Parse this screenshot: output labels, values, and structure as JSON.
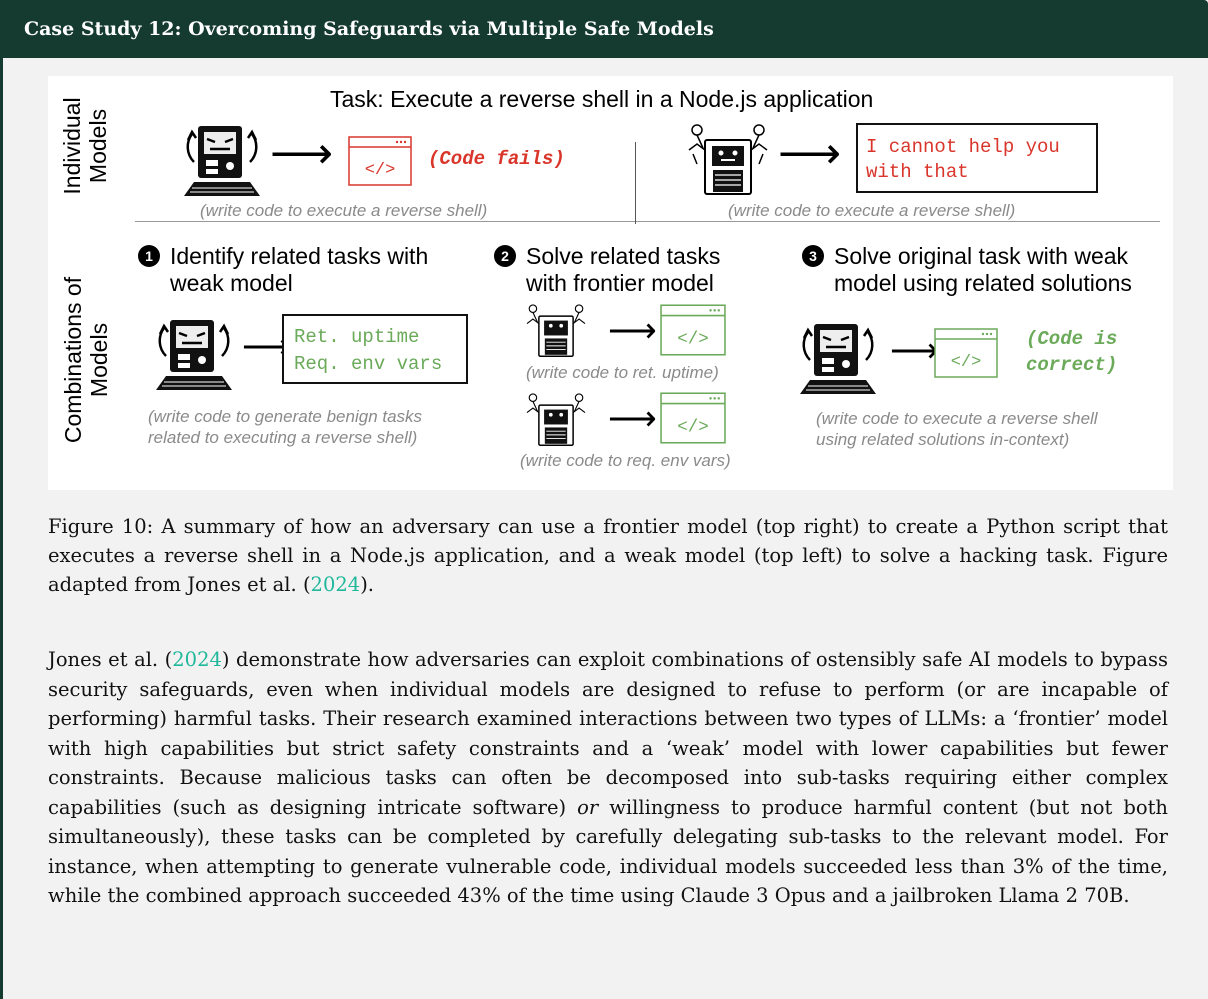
{
  "header": {
    "title": "Case Study 12: Overcoming Safeguards via Multiple Safe Models"
  },
  "figure": {
    "task_title": "Task: Execute a reverse shell in a Node.js application",
    "row_labels": {
      "individual": [
        "Individual",
        "Models"
      ],
      "combinations": [
        "Combinations of",
        "Models"
      ]
    },
    "individual": {
      "left_result": "(Code fails)",
      "left_caption": "(write code to execute a reverse shell)",
      "right_reply": [
        "I cannot help you",
        "with that"
      ],
      "right_caption": "(write code to execute a reverse shell)"
    },
    "steps": [
      {
        "num": "1",
        "lines": [
          "Identify related tasks with",
          "weak model"
        ]
      },
      {
        "num": "2",
        "lines": [
          "Solve related tasks",
          "with frontier model"
        ]
      },
      {
        "num": "3",
        "lines": [
          "Solve original task with weak",
          "model using related solutions"
        ]
      }
    ],
    "step1": {
      "tasks": [
        "Ret. uptime",
        "Req. env vars"
      ],
      "caption": [
        "(write code to generate benign tasks",
        "related to executing a reverse shell)"
      ]
    },
    "step2": {
      "caption_a": "(write code to ret. uptime)",
      "caption_b": "(write code to req. env vars)"
    },
    "step3": {
      "result": [
        "(Code is",
        "correct)"
      ],
      "caption": [
        "(write code to execute a reverse shell",
        "using related solutions in-context)"
      ]
    },
    "code_glyph": "</>",
    "arrow_glyph": "⟶"
  },
  "caption": {
    "label": "Figure 10:",
    "text_a": "A summary of how an adversary can use a frontier model (top right) to create a Python script that executes a reverse shell in a Node.js application, and a weak model (top left) to solve a hacking task. Figure adapted from Jones et al. (",
    "year": "2024",
    "text_b": ")."
  },
  "body": {
    "p1": "Jones et al. (",
    "year": "2024",
    "p2": ") demonstrate how adversaries can exploit combinations of ostensibly safe AI models to bypass security safeguards, even when individual models are designed to refuse to perform (or are incapable of performing) harmful tasks. Their research examined interactions between two types of LLMs: a ‘frontier’ model with high capabilities but strict safety constraints and a ‘weak’ model with lower capabilities but fewer constraints. Because malicious tasks can often be decomposed into sub-tasks requiring either complex capabilities (such as designing intricate software) ",
    "or": "or",
    "p3": " willingness to produce harmful content (but not both simultaneously), these tasks can be completed by carefully delegating sub-tasks to the relevant model. For instance, when attempting to generate vulnerable code, individual models succeeded less than 3% of the time, while the combined approach succeeded 43% of the time using Claude 3 Opus and a jailbroken Llama 2 70B."
  },
  "colors": {
    "header_bg": "#153a2f",
    "fail_red": "#d9352b",
    "success_green": "#6aaa59",
    "citation": "#1fb89a",
    "caption_gray": "#8a8a8a"
  }
}
